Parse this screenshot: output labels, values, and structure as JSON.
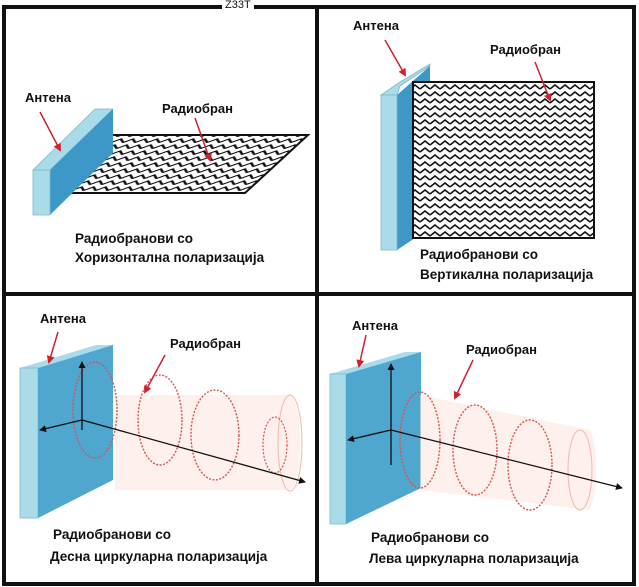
{
  "title": "Z33T",
  "colors": {
    "frame": "#111111",
    "antenna_front": "#a9dbe8",
    "antenna_side": "#3d98c8",
    "antenna_face": "#4fa6cf",
    "arrow": "#d0202e",
    "wave": "#111111",
    "helix_edge": "#d9534f",
    "cylinder": "#f3c4bd"
  },
  "panels": [
    {
      "id": "horizontal",
      "antenna_label": "Антена",
      "wave_label": "Радиобран",
      "caption_line1": "Радиобранови со",
      "caption_line2": "Хоризонтална поларизација"
    },
    {
      "id": "vertical",
      "antenna_label": "Антена",
      "wave_label": "Радиобран",
      "caption_line1": "Радиобранови со",
      "caption_line2": "Вертикална поларизација"
    },
    {
      "id": "right-circular",
      "antenna_label": "Антена",
      "wave_label": "Радиобран",
      "caption_line1": "Радиобранови со",
      "caption_line2": "Десна циркуларна поларизација"
    },
    {
      "id": "left-circular",
      "antenna_label": "Антена",
      "wave_label": "Радиобран",
      "caption_line1": "Радиобранови со",
      "caption_line2": "Лева циркуларна поларизација"
    }
  ]
}
